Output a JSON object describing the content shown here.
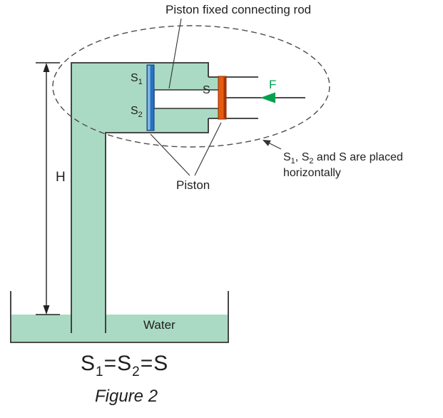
{
  "diagram": {
    "labels": {
      "connecting_rod": "Piston fixed connecting rod",
      "piston": "Piston",
      "s1": {
        "base": "S",
        "sub": "1"
      },
      "s2": {
        "base": "S",
        "sub": "2"
      },
      "s": "S",
      "force": "F",
      "height": "H",
      "water": "Water"
    },
    "note": {
      "p1": "S",
      "p1_sub": "1",
      "p2": ", S",
      "p2_sub": "2",
      "p3": " and S are placed",
      "line2": "horizontally"
    },
    "equation": {
      "p1": "S",
      "p1_sub": "1",
      "p2": "=S",
      "p2_sub": "2",
      "p3": "=S"
    },
    "caption": "Figure 2"
  },
  "colors": {
    "fluid": "#aadac3",
    "outline": "#333333",
    "rod_fill": "#ffffff",
    "piston_blue": "#2673c4",
    "piston_blue_light": "#85b7e4",
    "piston_orange": "#e65c0f",
    "piston_orange_dark": "#a93305",
    "force_green": "#00a24e",
    "text": "#1f1f1f"
  }
}
